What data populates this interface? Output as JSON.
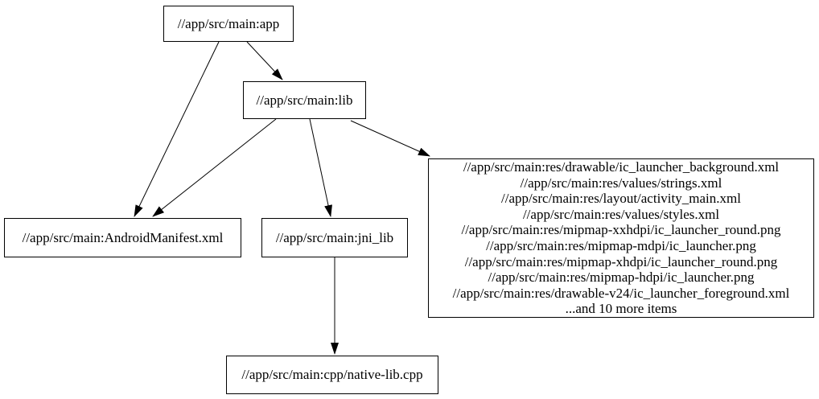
{
  "diagram": {
    "type": "dependency-graph",
    "background_color": "#ffffff",
    "node_border_color": "#000000",
    "edge_color": "#000000",
    "nodes": {
      "app": {
        "label": "//app/src/main:app"
      },
      "lib": {
        "label": "//app/src/main:lib"
      },
      "manifest": {
        "label": "//app/src/main:AndroidManifest.xml"
      },
      "jni": {
        "label": "//app/src/main:jni_lib"
      },
      "native": {
        "label": "//app/src/main:cpp/native-lib.cpp"
      },
      "res": {
        "lines": [
          "//app/src/main:res/drawable/ic_launcher_background.xml",
          "//app/src/main:res/values/strings.xml",
          "//app/src/main:res/layout/activity_main.xml",
          "//app/src/main:res/values/styles.xml",
          "//app/src/main:res/mipmap-xxhdpi/ic_launcher_round.png",
          "//app/src/main:res/mipmap-mdpi/ic_launcher.png",
          "//app/src/main:res/mipmap-xhdpi/ic_launcher_round.png",
          "//app/src/main:res/mipmap-hdpi/ic_launcher.png",
          "//app/src/main:res/drawable-v24/ic_launcher_foreground.xml",
          "...and 10 more items"
        ]
      }
    },
    "edges": [
      {
        "from": "//app/src/main:app",
        "to": "//app/src/main:lib"
      },
      {
        "from": "//app/src/main:app",
        "to": "//app/src/main:AndroidManifest.xml"
      },
      {
        "from": "//app/src/main:lib",
        "to": "//app/src/main:AndroidManifest.xml"
      },
      {
        "from": "//app/src/main:lib",
        "to": "//app/src/main:jni_lib"
      },
      {
        "from": "//app/src/main:lib",
        "to": "resource-files-group"
      },
      {
        "from": "//app/src/main:jni_lib",
        "to": "//app/src/main:cpp/native-lib.cpp"
      }
    ]
  }
}
